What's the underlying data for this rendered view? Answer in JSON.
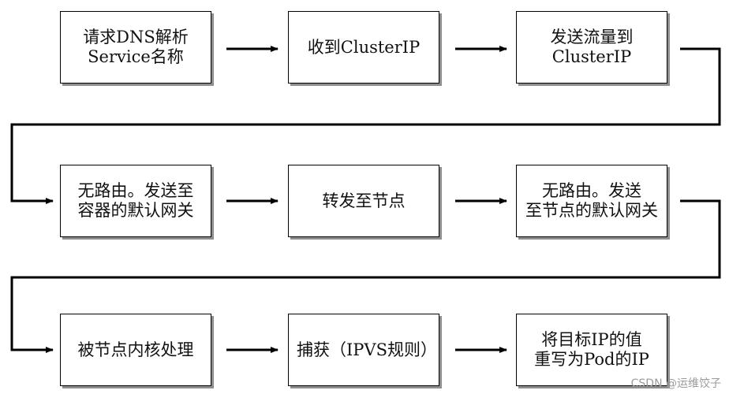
{
  "diagram": {
    "steps": [
      {
        "id": "s1",
        "text": "请求DNS解析\nService名称"
      },
      {
        "id": "s2",
        "text": "收到ClusterIP"
      },
      {
        "id": "s3",
        "text": "发送流量到\nClusterIP"
      },
      {
        "id": "s4",
        "text": "无路由。发送至\n容器的默认网关"
      },
      {
        "id": "s5",
        "text": "转发至节点"
      },
      {
        "id": "s6",
        "text": "无路由。发送\n至节点的默认网关"
      },
      {
        "id": "s7",
        "text": "被节点内核处理"
      },
      {
        "id": "s8",
        "text": "捕获（IPVS规则）"
      },
      {
        "id": "s9",
        "text": "将目标IP的值\n重写为Pod的IP"
      }
    ]
  },
  "watermark": "CSDN @运维饺子"
}
